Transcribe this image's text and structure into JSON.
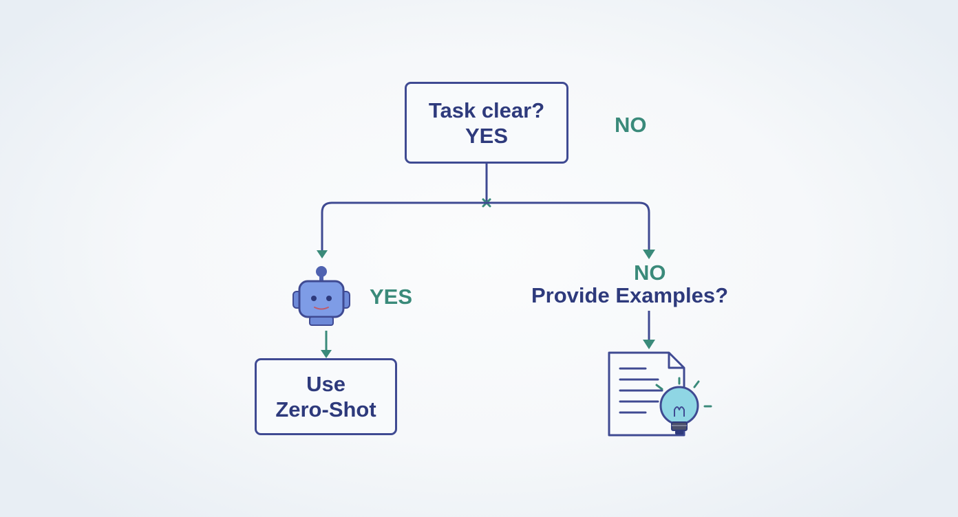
{
  "diagram": {
    "decision_node": {
      "line1": "Task clear?",
      "line2": "YES"
    },
    "labels": {
      "no_top": "NO",
      "yes_left": "YES",
      "no_right": "NO"
    },
    "question_node": "Provide Examples?",
    "result_node": {
      "line1": "Use",
      "line2": "Zero-Shot"
    },
    "icons": {
      "left_branch": "robot-icon",
      "right_branch": "document-lightbulb-icon"
    },
    "colors": {
      "navy": "#3f4a92",
      "text_navy": "#2e3a7c",
      "teal": "#3a8a7a",
      "robot_blue": "#7e9ce6",
      "bulb_cyan": "#8fd6e4"
    }
  }
}
